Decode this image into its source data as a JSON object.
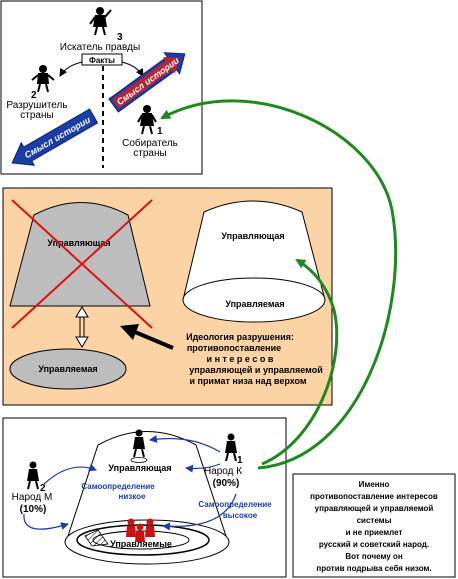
{
  "panel1": {
    "seeker_label": "Искатель правды",
    "seeker_num": "3",
    "facts_label": "Факты",
    "destroyer_num": "2",
    "destroyer_line1": "Разрушитель",
    "destroyer_line2": "страны",
    "gatherer_num": "1",
    "gatherer_line1": "Собиратель",
    "gatherer_line2": "страны",
    "history_meaning_right": "Смысл истории",
    "history_meaning_left": "Смысл истории"
  },
  "panel2": {
    "left_top_label": "Управляющая",
    "left_bottom_label": "Управляемая",
    "right_top_label": "Управляющая",
    "right_bottom_label": "Управляемая",
    "ideology_line1": "Идеология разрушения:",
    "ideology_line2": "противопоставление",
    "ideology_line3": "и н т е р е с о в",
    "ideology_line4": "управляющей и управляемой",
    "ideology_line5": "и примат низа над верхом"
  },
  "panel3": {
    "top_label": "Управляющая",
    "bottom_label": "Управляемые",
    "people_k_num": "1",
    "people_k_label": "Народ К",
    "people_k_pct": "(90%)",
    "people_m_num": "2",
    "people_m_label": "Народ М",
    "people_m_pct": "(10%)",
    "self_low_line1": "Самоопределение",
    "self_low_line2": "низкое",
    "self_high_line1": "Самоопределение",
    "self_high_line2": "высокое",
    "note_line1": "Именно",
    "note_line2": "противопоставление интересов",
    "note_line3": "управляющей и управляемой",
    "note_line4": "системы",
    "note_line5": "и не приемлет",
    "note_line6": "русский и советский народ.",
    "note_line7": "Вот почему он",
    "note_line8": "против подрыва себя низом."
  },
  "colors": {
    "arrow_blue": "#1a3ea8",
    "arrow_red": "#d42020",
    "connector_green": "#1e8a1e",
    "panel2_bg": "#fbd3a4",
    "cross_red": "#e01010",
    "gray_fill": "#bdbdbd",
    "people_red": "#d01010",
    "annotation_blue": "#1a3ea8"
  }
}
